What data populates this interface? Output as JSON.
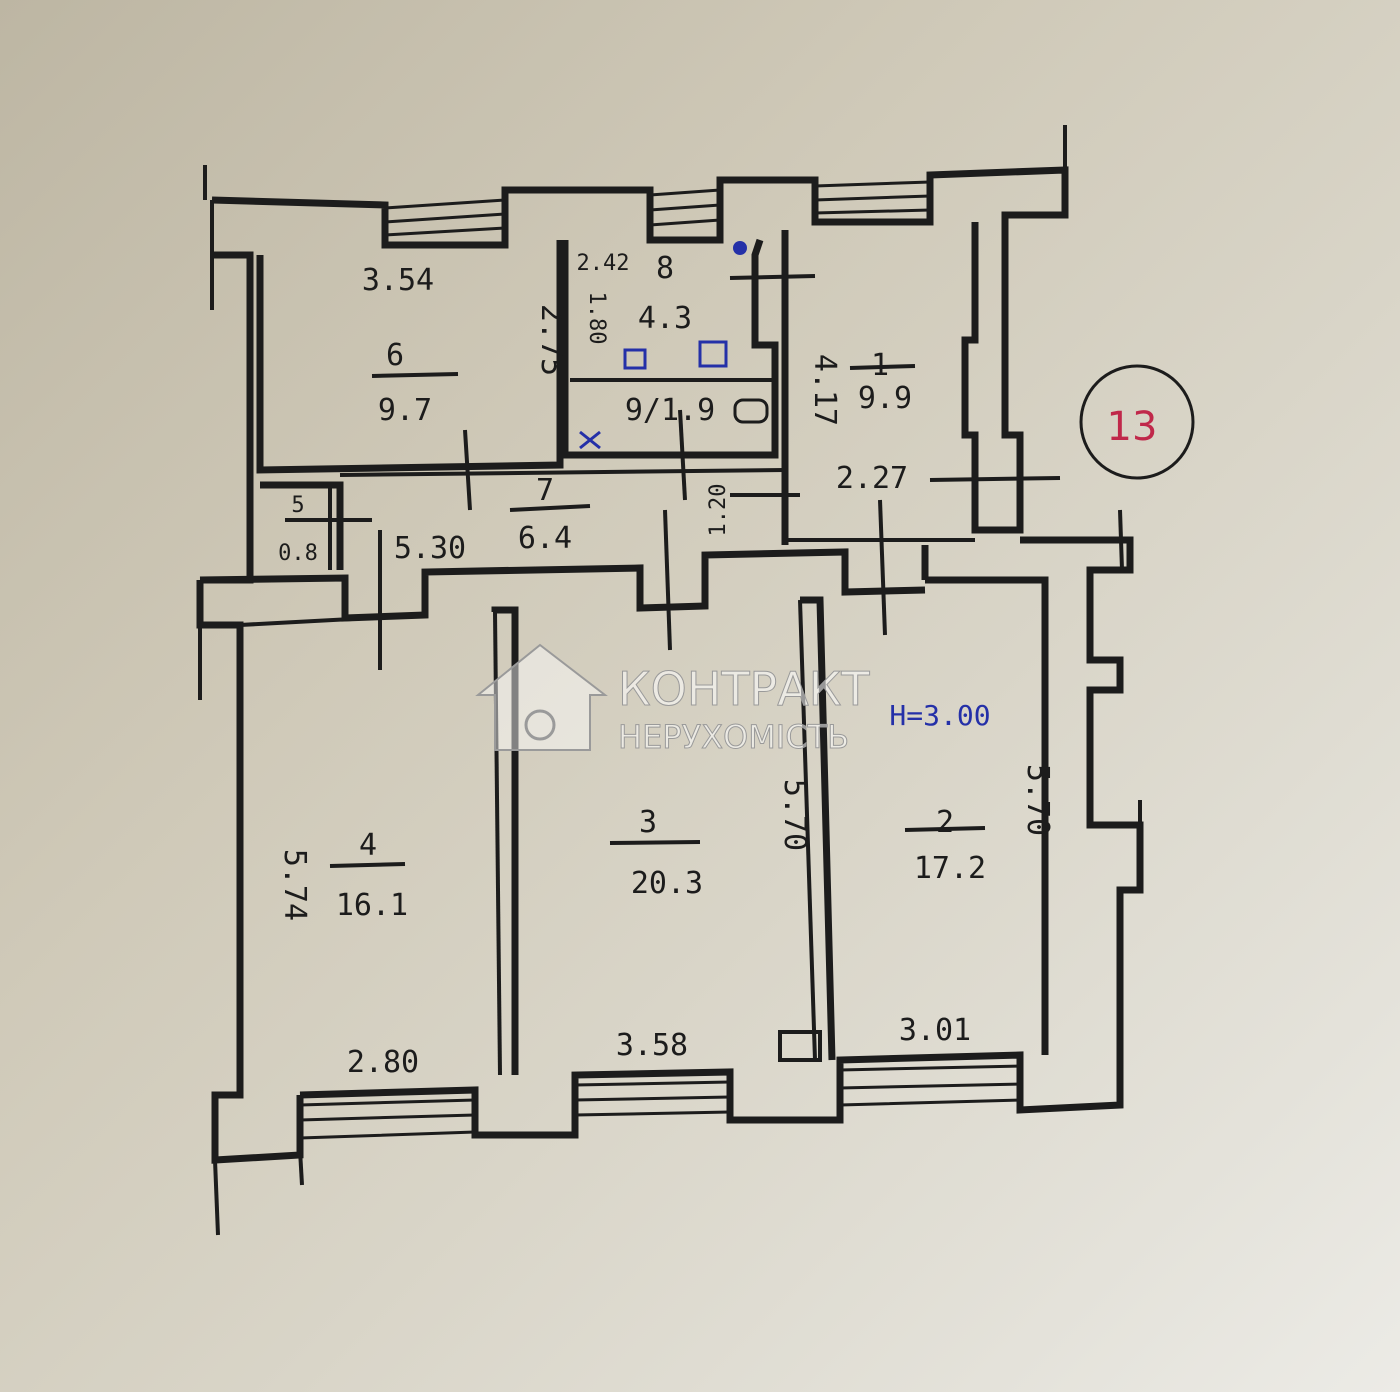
{
  "rooms": [
    {
      "id": "room-1",
      "number": "1",
      "area": "9.9"
    },
    {
      "id": "room-2",
      "number": "2",
      "area": "17.2"
    },
    {
      "id": "room-3",
      "number": "3",
      "area": "20.3"
    },
    {
      "id": "room-4",
      "number": "4",
      "area": "16.1"
    },
    {
      "id": "room-5",
      "number": "5",
      "area": "0.8"
    },
    {
      "id": "room-6",
      "number": "6",
      "area": "9.7"
    },
    {
      "id": "room-7",
      "number": "7",
      "area": "6.4"
    },
    {
      "id": "room-8",
      "number": "8",
      "area": "4.3"
    },
    {
      "id": "room-9",
      "label": "9/1.9"
    }
  ],
  "dimensions": {
    "room6_width": "3.54",
    "room6_depth": "2.75",
    "room8_width": "2.42",
    "room8_depth": "1.80",
    "room1_depth": "4.17",
    "room1_width": "2.27",
    "corridor_width": "1.20",
    "corridor_length": "5.30",
    "room4_depth": "5.74",
    "room4_width": "2.80",
    "room3_depth": "5.70",
    "room3_width": "3.58",
    "room2_depth": "5.70",
    "room2_width": "3.01"
  },
  "ceiling_height": "H=3.00",
  "apartment_number": "13",
  "watermark": {
    "line1": "КОНТРАКТ",
    "line2": "НЕРУХОМІСТЬ"
  },
  "colors": {
    "ink": "#1c1c1c",
    "blue_ink": "#2430a8",
    "red_ink": "#c0284a"
  }
}
